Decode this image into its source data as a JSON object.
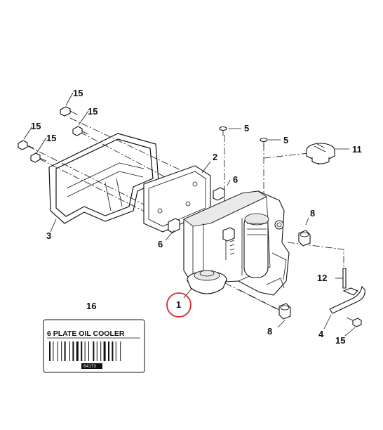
{
  "callouts": {
    "c15a": "15",
    "c15b": "15",
    "c15c": "15",
    "c15d": "15",
    "c15e": "15",
    "c5a": "5",
    "c5b": "5",
    "c11": "11",
    "c2": "2",
    "c6a": "6",
    "c6b": "6",
    "c3": "3",
    "c8a": "8",
    "c8b": "8",
    "c12": "12",
    "c1": "1",
    "c16": "16",
    "c4": "4"
  },
  "label": {
    "title": "6 PLATE OIL COOLER",
    "part_number": "64173"
  },
  "highlight_color": "#d6262b"
}
